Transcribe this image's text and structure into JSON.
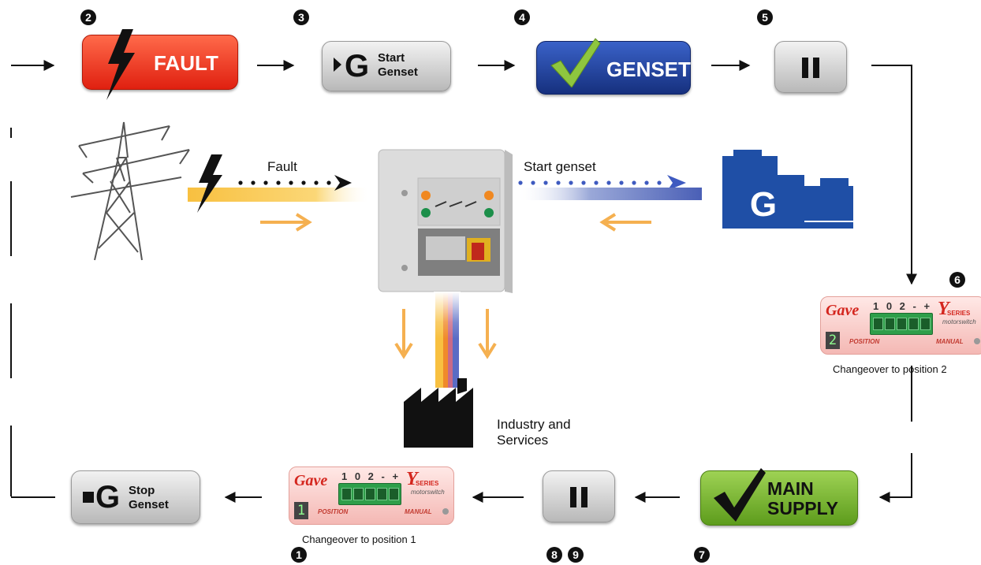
{
  "steps": {
    "s1": {
      "num": "1",
      "caption": "Changeover to position 1"
    },
    "s2": {
      "num": "2",
      "label": "FAULT"
    },
    "s3": {
      "num": "3",
      "label_line1": "Start",
      "label_line2": "Genset",
      "g": "G"
    },
    "s4": {
      "num": "4",
      "label": "GENSET"
    },
    "s5": {
      "num": "5"
    },
    "s6": {
      "num": "6",
      "caption": "Changeover to position 2"
    },
    "s7": {
      "num": "7",
      "label_line1": "MAIN",
      "label_line2": "SUPPLY"
    },
    "s89": {
      "num_a": "8",
      "num_b": "9"
    },
    "stop": {
      "label_line1": "Stop",
      "label_line2": "Genset",
      "g": "G"
    }
  },
  "flow_labels": {
    "fault": "Fault",
    "start_genset": "Start genset",
    "industry_line1": "Industry and",
    "industry_line2": "Services"
  },
  "generator": {
    "letter": "G"
  },
  "motorswitch": {
    "brand": "Gave",
    "terminals": "1 0 2 - +",
    "series_letter": "Y",
    "series_text": "SERIES",
    "sub": "motorswitch",
    "position_label": "POSITION",
    "manual_label": "MANUAL",
    "digit_pos2": "2",
    "digit_pos1": "1"
  },
  "colors": {
    "fault_red": "#e8301c",
    "genset_blue": "#1f3f9e",
    "main_supply_green": "#7ab63a",
    "supply_yellow": "#f8c040",
    "arrow_orange": "#f5b050",
    "generator_blue": "#1f4fa6"
  }
}
